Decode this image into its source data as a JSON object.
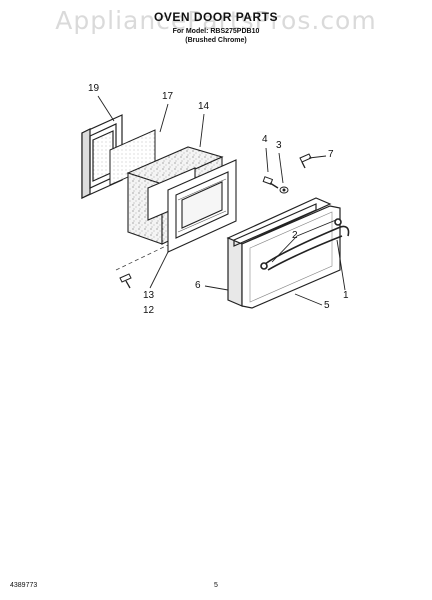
{
  "watermark": "AppliancePartsPros.com",
  "header": {
    "title": "OVEN DOOR PARTS",
    "model_line": "For Model: RBS275PDB10",
    "finish_line": "(Brushed Chrome)"
  },
  "callouts": [
    "19",
    "17",
    "14",
    "4",
    "3",
    "7",
    "2",
    "13",
    "12",
    "6",
    "1",
    "5"
  ],
  "footer": {
    "doc_number": "4389773",
    "page_number": "5"
  }
}
